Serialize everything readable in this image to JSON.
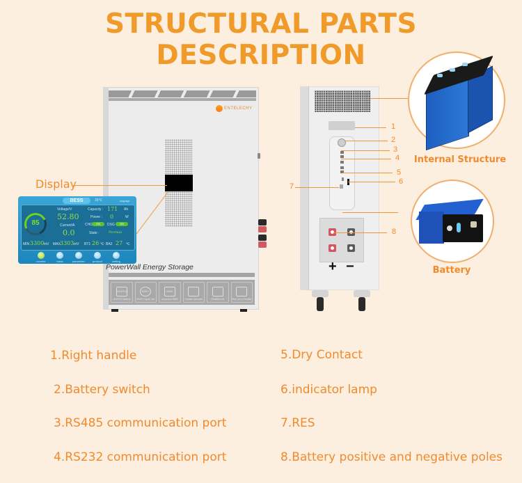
{
  "title": "STRUCTURAL PARTS DESCRIPTION",
  "colors": {
    "background": "#fdefe0",
    "accent": "#f09a2a",
    "label": "#f08a2c"
  },
  "front_view": {
    "brand_logo": "ENTELECHY",
    "product_label": "PowerWall Energy Storage",
    "display_callout": "Display",
    "feature_icons": [
      {
        "icon": "battery-icon",
        "label": "LiFePO4 Battery",
        "badge": "LiFePO4"
      },
      {
        "icon": "cycle-icon",
        "label": "6000+ Cycle Life",
        "badge": "6000+"
      },
      {
        "icon": "bms-icon",
        "label": "Advanced BMS",
        "badge": "BMS"
      },
      {
        "icon": "parallel-modules-icon",
        "label": "Parallel Modules",
        "badge": ""
      },
      {
        "icon": "network-icon",
        "label": "RS485/CAN",
        "badge": ""
      },
      {
        "icon": "parallel-max-icon",
        "label": "Max 16 in Parallel",
        "badge": ""
      }
    ]
  },
  "lcd": {
    "header": "BESS",
    "temp_header": "26℃",
    "language_label": "language",
    "soc": "85",
    "soc_unit": "%",
    "voltage_label": "Voltage/V",
    "voltage_value": "52.80",
    "current_label": "Current/A",
    "current_value": "0.0",
    "capacity_label": "Capacity :",
    "capacity_value": "171",
    "capacity_unit": "Ah",
    "power_label": "Power :",
    "power_value": "0",
    "power_unit": "W",
    "chg_label": "CHG",
    "chg_state": "ON",
    "dsg_label": "DSG",
    "dsg_state": "ON",
    "state_label": "State :",
    "state_value": "Normal",
    "min_label": "MIN",
    "min_value": "3300",
    "min_unit": "mV",
    "max_label": "MAX",
    "max_value": "3303",
    "max_unit": "mV",
    "t1_label": "BT1",
    "t1_value": "26",
    "t2_label": "BA2",
    "t2_value": "27",
    "temp_unit": "℃",
    "nav_buttons": [
      "monitor",
      "basic",
      "parameter",
      "protocol",
      "setting"
    ]
  },
  "side_view": {
    "callouts": [
      "1",
      "2",
      "3",
      "4",
      "5",
      "6",
      "7",
      "8"
    ],
    "plus": "+",
    "minus": "−"
  },
  "insets": [
    {
      "label": "Internal Structure"
    },
    {
      "label": "Battery"
    }
  ],
  "parts_list": {
    "left": [
      "1.Right handle",
      "2.Battery switch",
      "3.RS485 communication port",
      "4.RS232 communication port"
    ],
    "right": [
      "5.Dry Contact",
      "6.indicator lamp",
      "7.RES",
      "8.Battery positive and negative poles"
    ]
  }
}
